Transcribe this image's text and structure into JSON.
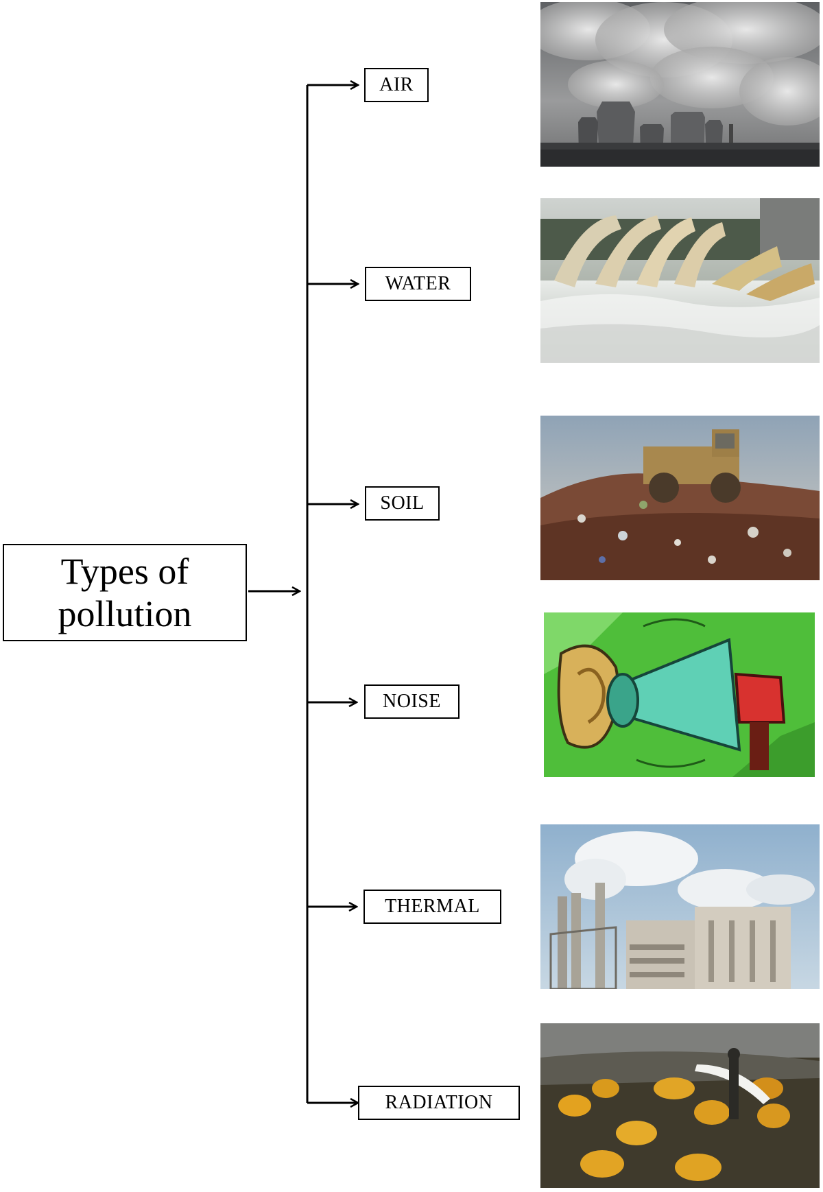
{
  "diagram": {
    "root": {
      "label": "Types of pollution"
    },
    "branches": [
      {
        "label": "AIR",
        "image": "air-pollution-power-plant-smoke"
      },
      {
        "label": "WATER",
        "image": "water-pollution-discharge-pipes"
      },
      {
        "label": "SOIL",
        "image": "soil-pollution-landfill-bulldozer"
      },
      {
        "label": "NOISE",
        "image": "noise-pollution-megaphone-ear"
      },
      {
        "label": "THERMAL",
        "image": "thermal-pollution-factory-chimneys"
      },
      {
        "label": "RADIATION",
        "image": "radiation-waste-barrels-beach"
      }
    ]
  }
}
